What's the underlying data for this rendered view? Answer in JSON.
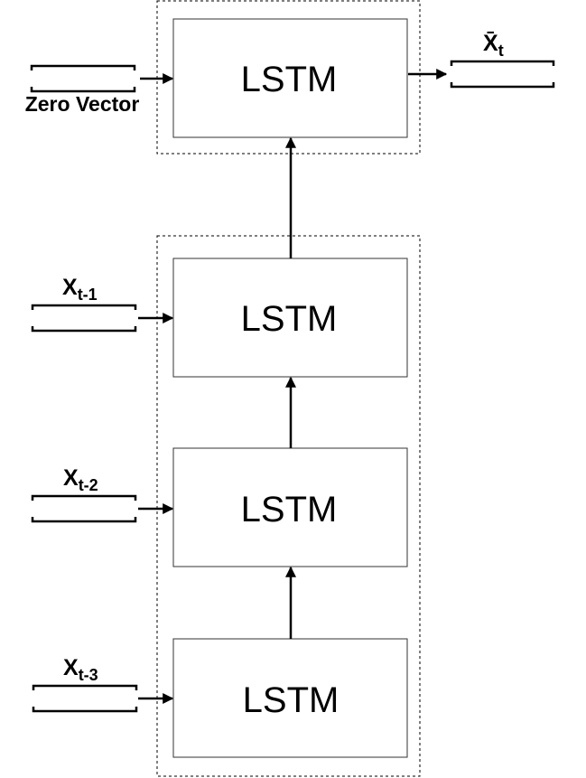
{
  "colors": {
    "stroke": "#000000",
    "box_border": "#333333",
    "background": "#ffffff"
  },
  "blocks": [
    {
      "id": "lstm-decoder",
      "label": "LSTM"
    },
    {
      "id": "lstm-enc-1",
      "label": "LSTM"
    },
    {
      "id": "lstm-enc-2",
      "label": "LSTM"
    },
    {
      "id": "lstm-enc-3",
      "label": "LSTM"
    }
  ],
  "inputs": {
    "zero_vector": "Zero Vector",
    "x1": {
      "base": "X",
      "sub": "t-1"
    },
    "x2": {
      "base": "X",
      "sub": "t-2"
    },
    "x3": {
      "base": "X",
      "sub": "t-3"
    }
  },
  "output": {
    "base": "X̄",
    "sub": "t"
  }
}
